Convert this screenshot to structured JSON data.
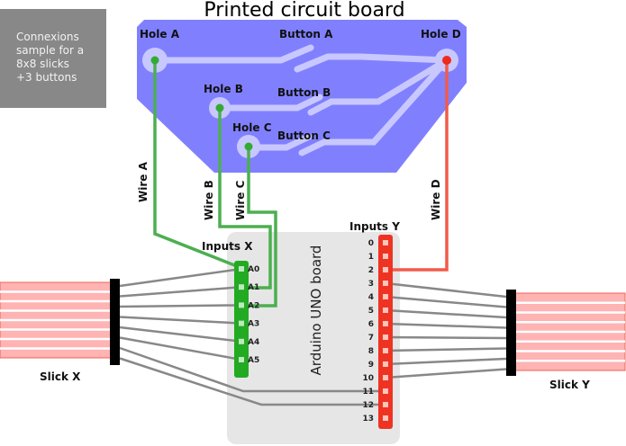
{
  "title": "Printed circuit board",
  "note": [
    "Connexions",
    "sample for a",
    "8x8 slicks",
    "+3 buttons"
  ],
  "holes": {
    "a": "Hole A",
    "b": "Hole B",
    "c": "Hole C",
    "d": "Hole D"
  },
  "buttons": {
    "a": "Button A",
    "b": "Button B",
    "c": "Button C"
  },
  "wires": {
    "a": "Wire A",
    "b": "Wire B",
    "c": "Wire C",
    "d": "Wire D"
  },
  "board_label": "Arduino UNO board",
  "inputs_x_label": "Inputs X",
  "inputs_y_label": "Inputs Y",
  "inputs_x_pins": [
    "A0",
    "A1",
    "A2",
    "A3",
    "A4",
    "A5"
  ],
  "inputs_y_pins": [
    "0",
    "1",
    "2",
    "3",
    "4",
    "5",
    "6",
    "7",
    "8",
    "9",
    "10",
    "11",
    "12",
    "13"
  ],
  "slick_x_label": "Slick X",
  "slick_y_label": "Slick Y",
  "colors": {
    "pcb": "#8080ff",
    "trace": "#c8c8ff",
    "wire_green": "#4caf50",
    "wire_red": "#f05a4a",
    "header_green": "#22aa22",
    "header_red": "#ee3322",
    "slick": "#ffb3b3",
    "gray_wire": "#888888",
    "board": "#e8e8e8",
    "note_bg": "#888888"
  }
}
